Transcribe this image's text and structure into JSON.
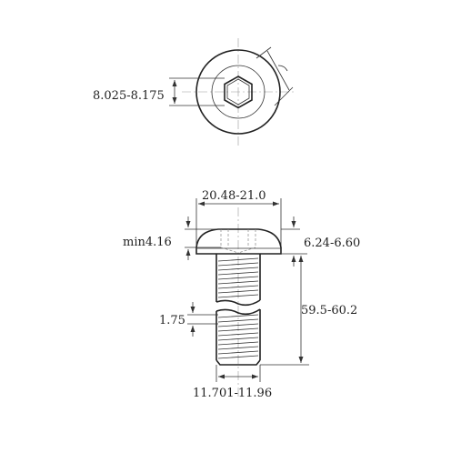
{
  "dimensions": {
    "hex_socket_width": "8.025-8.175",
    "head_diameter": "20.48-21.0",
    "socket_depth": "min4.16",
    "head_height": "6.24-6.60",
    "thread_pitch": "1.75",
    "length": "59.5-60.2",
    "thread_diameter": "11.701-11.96"
  }
}
